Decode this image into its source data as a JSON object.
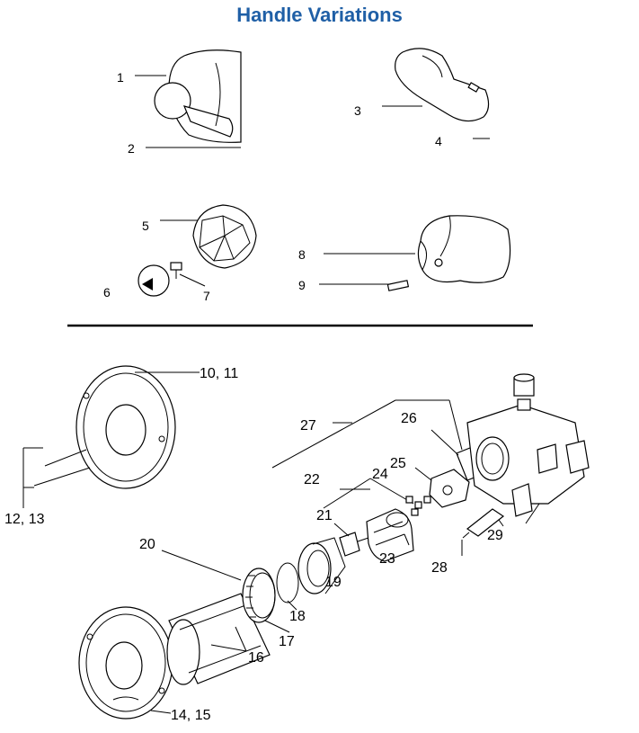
{
  "title": "Handle Variations",
  "colors": {
    "title": "#1f5fa6",
    "ink": "#000000",
    "background": "#ffffff"
  },
  "labels": {
    "l1": "1",
    "l2": "2",
    "l3": "3",
    "l4": "4",
    "l5": "5",
    "l6": "6",
    "l7": "7",
    "l8": "8",
    "l9": "9",
    "l10": "10, 11",
    "l12": "12, 13",
    "l14": "14, 15",
    "l16": "16",
    "l17": "17",
    "l18": "18",
    "l19": "19",
    "l20": "20",
    "l21": "21",
    "l22": "22",
    "l23": "23",
    "l24": "24",
    "l25": "25",
    "l26": "26",
    "l27": "27",
    "l28": "28",
    "l29": "29"
  }
}
